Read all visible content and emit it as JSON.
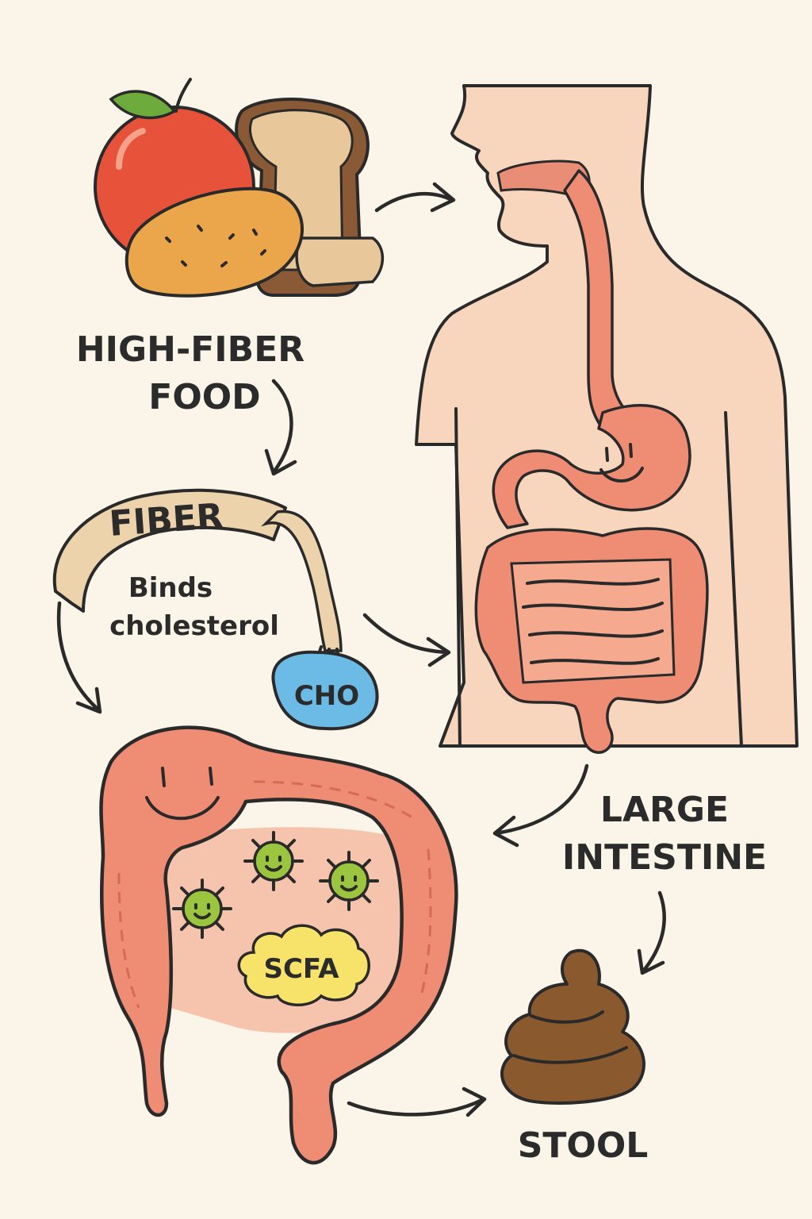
{
  "labels": {
    "high_fiber_food_line1": "HIGH-FIBER",
    "high_fiber_food_line2": "FOOD",
    "fiber": "FIBER",
    "binds_line1": "Binds",
    "binds_line2": "cholesterol",
    "cho": "CHO",
    "large_intestine_line1": "LARGE",
    "large_intestine_line2": "INTESTINE",
    "scfa": "SCFA",
    "stool": "STOOL"
  },
  "colors": {
    "background": "#fbf5e9",
    "skin": "#f7d6bd",
    "gut": "#ee8c74",
    "gut_inner": "#f6c4ac",
    "apple": "#e6533a",
    "leaf": "#6dab3c",
    "bread_crust": "#8a5a36",
    "bread_crumb": "#e8c89a",
    "potato": "#eba54a",
    "fiber_band": "#edd3ab",
    "cholesterol_blob": "#6bbbe6",
    "bacteria": "#9bc43f",
    "scfa_cloud": "#f7e26a",
    "stool": "#8a5a2e",
    "ink": "#2a2a2a"
  }
}
